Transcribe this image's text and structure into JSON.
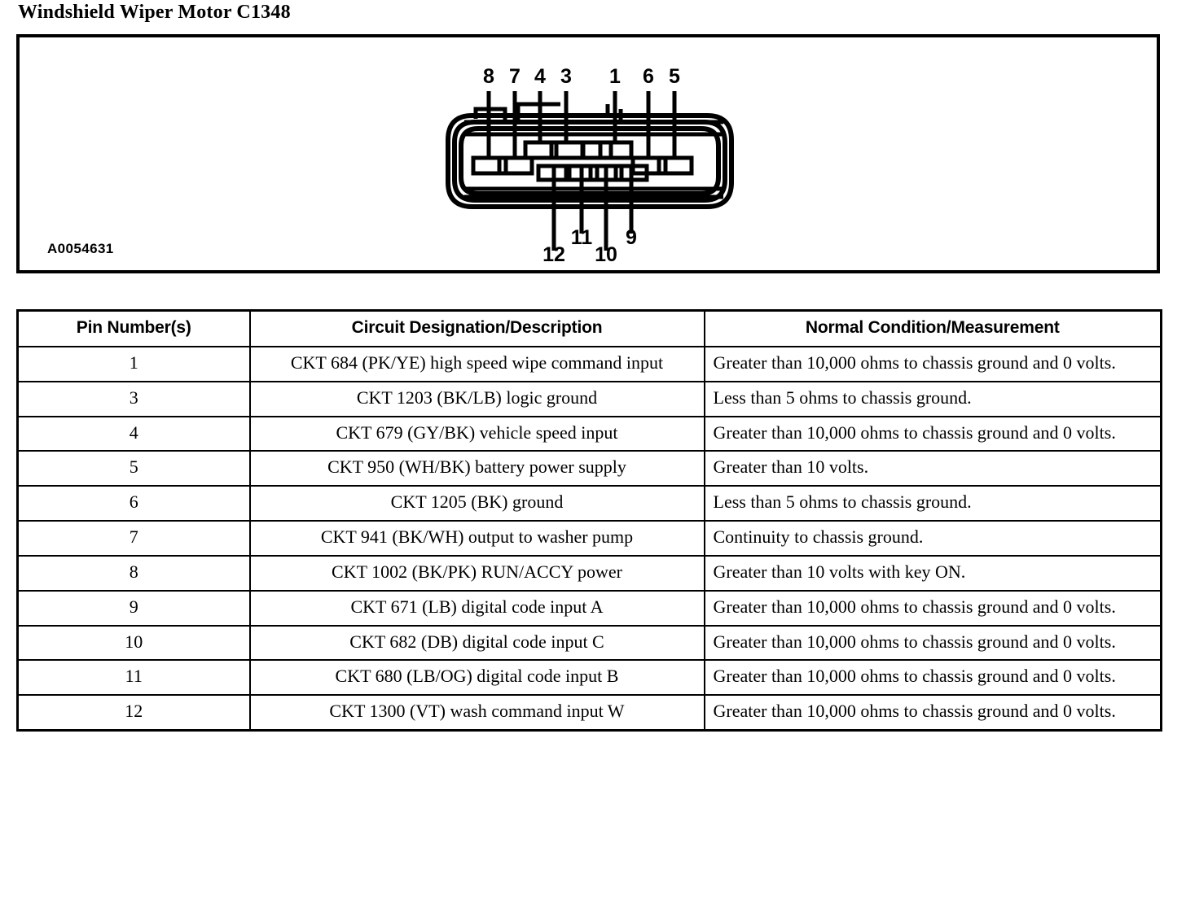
{
  "page_title": "Windshield Wiper Motor C1348",
  "diagram": {
    "figure_code": "A0054631",
    "alt": "12-cavity connector face view with numbered terminal callouts",
    "top_pin_labels": [
      "8",
      "7",
      "4",
      "3",
      "1",
      "6",
      "5"
    ],
    "bottom_pin_labels": [
      "12",
      "11",
      "10",
      "9"
    ],
    "line_color": "#000000"
  },
  "table": {
    "headers": {
      "pin": "Pin Number(s)",
      "description": "Circuit Designation/Description",
      "measurement": "Normal Condition/Measurement"
    },
    "rows": [
      {
        "pin": "1",
        "description": "CKT 684 (PK/YE) high speed wipe command input",
        "measurement": "Greater than 10,000 ohms to chassis ground and 0 volts."
      },
      {
        "pin": "3",
        "description": "CKT 1203 (BK/LB) logic ground",
        "measurement": "Less than 5 ohms to chassis ground."
      },
      {
        "pin": "4",
        "description": "CKT 679 (GY/BK) vehicle speed input",
        "measurement": "Greater than 10,000 ohms to chassis ground and 0 volts."
      },
      {
        "pin": "5",
        "description": "CKT 950 (WH/BK) battery power supply",
        "measurement": "Greater than 10 volts."
      },
      {
        "pin": "6",
        "description": "CKT 1205 (BK) ground",
        "measurement": "Less than 5 ohms to chassis ground."
      },
      {
        "pin": "7",
        "description": "CKT 941 (BK/WH) output to washer pump",
        "measurement": "Continuity to chassis ground."
      },
      {
        "pin": "8",
        "description": "CKT 1002 (BK/PK) RUN/ACCY power",
        "measurement": "Greater than 10 volts with key ON."
      },
      {
        "pin": "9",
        "description": "CKT 671 (LB) digital code input A",
        "measurement": "Greater than 10,000 ohms to chassis ground and 0 volts."
      },
      {
        "pin": "10",
        "description": "CKT 682 (DB) digital code input C",
        "measurement": "Greater than 10,000 ohms to chassis ground and 0 volts."
      },
      {
        "pin": "11",
        "description": "CKT 680 (LB/OG) digital code input B",
        "measurement": "Greater than 10,000 ohms to chassis ground and 0 volts."
      },
      {
        "pin": "12",
        "description": "CKT 1300 (VT) wash command input W",
        "measurement": "Greater than 10,000 ohms to chassis ground and 0 volts."
      }
    ]
  }
}
